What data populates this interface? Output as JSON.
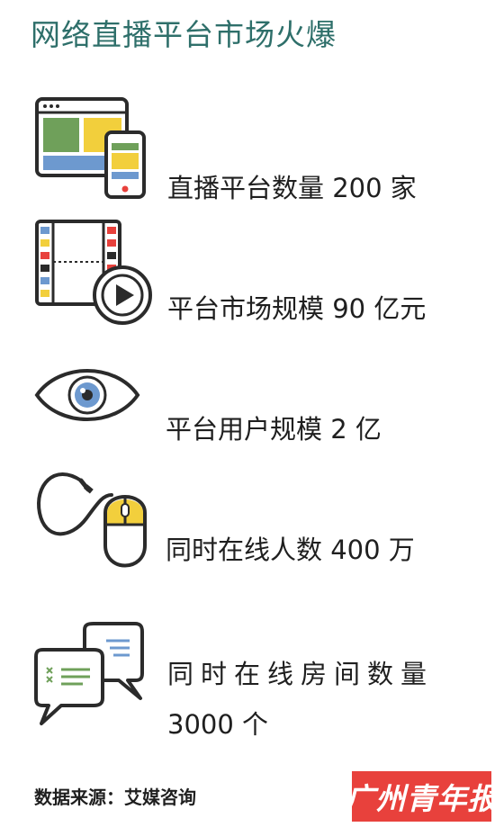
{
  "title": "网络直播平台市场火爆",
  "stats": [
    {
      "icon": "devices-icon",
      "text": "直播平台数量 200 家"
    },
    {
      "icon": "video-film-icon",
      "text": "平台市场规模 90 亿元"
    },
    {
      "icon": "eye-icon",
      "text": "平台用户规模 2 亿"
    },
    {
      "icon": "mouse-icon",
      "text": "同时在线人数 400 万"
    },
    {
      "icon": "chat-bubbles-icon",
      "text_line1": "同时在线房间数量",
      "text_line2": "3000 个"
    }
  ],
  "source": "数据来源：艾媒咨询",
  "logo": "广州青年报",
  "colors": {
    "title": "#2e6f6a",
    "outline": "#2b2b2b",
    "green": "#6fa05a",
    "yellow": "#f2cf3c",
    "blue": "#6d99cf",
    "red": "#e8413c"
  }
}
